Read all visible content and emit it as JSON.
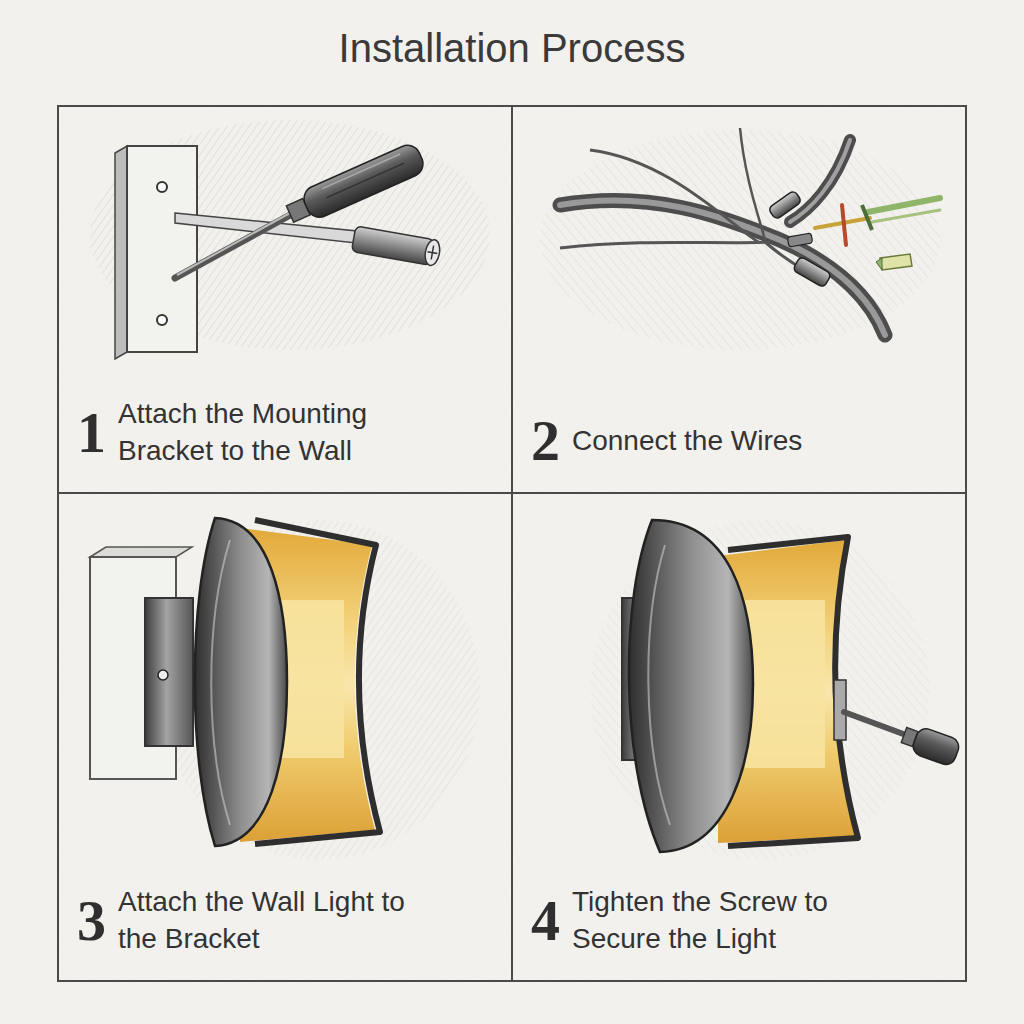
{
  "diagram": {
    "title": "Installation Process",
    "nodes": [
      {
        "text": [
          "1",
          "Attach the Mounting Bracket to the Wall"
        ]
      },
      {
        "text": [
          "2",
          "Connect the Wires"
        ]
      },
      {
        "text": [
          "3",
          "Attach the Wall Light to the Bracket"
        ]
      },
      {
        "text": [
          "4",
          "Tighten the Screw to Secure the Light"
        ]
      }
    ]
  }
}
